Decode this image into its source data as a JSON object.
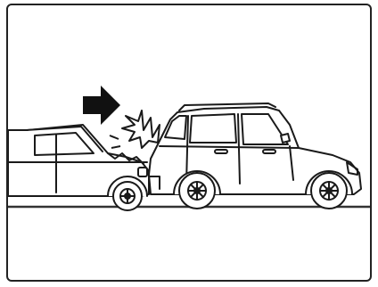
{
  "diagram": {
    "description_hidden": "",
    "colors": {
      "line": "#1a1a1a",
      "fill": "#ffffff",
      "arrow": "#111111",
      "ground": "#333333",
      "frame": "#222222"
    },
    "elements": [
      "direction-arrow-icon",
      "impact-burst-icon",
      "rear-car",
      "front-suv",
      "ground-line"
    ]
  }
}
